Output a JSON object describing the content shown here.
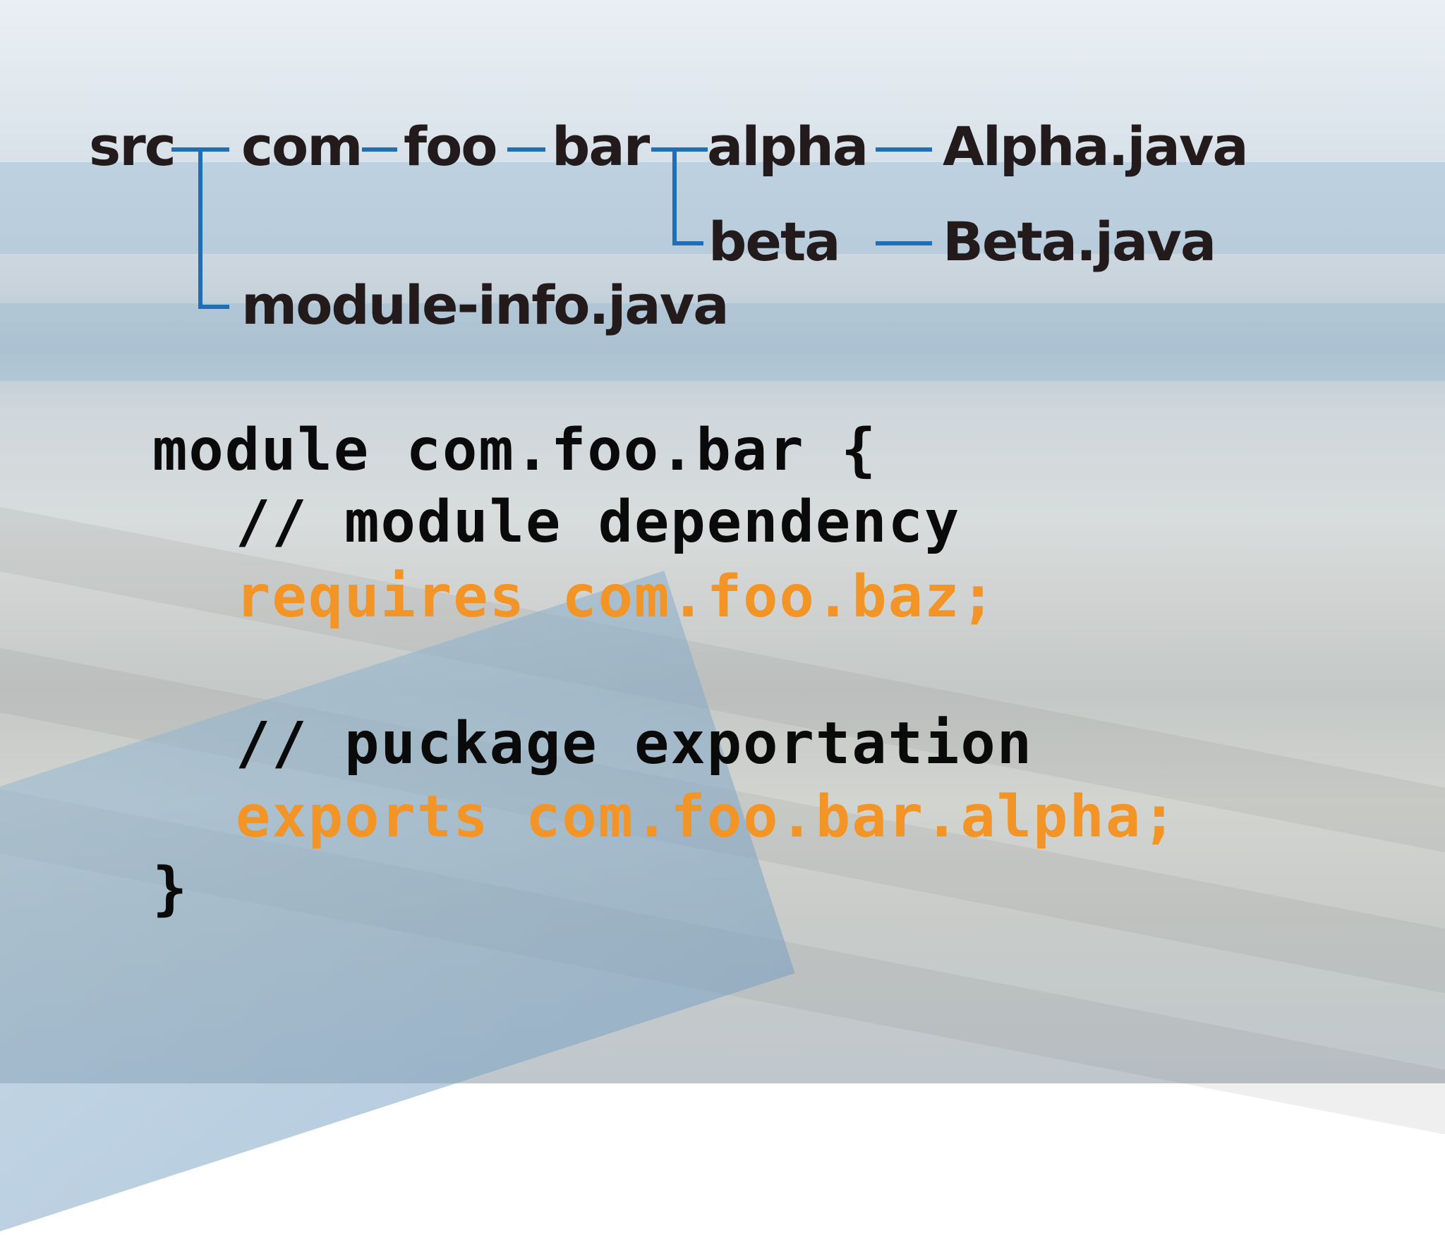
{
  "tree": {
    "src": "src",
    "com": "com",
    "foo": "foo",
    "bar": "bar",
    "alpha": "alpha",
    "beta": "beta",
    "alpha_file": "Alpha.java",
    "beta_file": "Beta.java",
    "module_info": "module-info.java"
  },
  "code": {
    "line1": "module com.foo.bar {",
    "line2": "// module dependency",
    "line3": "requires com.foo.baz;",
    "line5": "// puckage exportation",
    "line6": "exports com.foo.bar.alpha;",
    "line7": "}"
  },
  "colors": {
    "connector": "#1f6fb8",
    "text": "#231a1c",
    "keyword": "#f39426",
    "code_text": "#0a0a0a"
  }
}
